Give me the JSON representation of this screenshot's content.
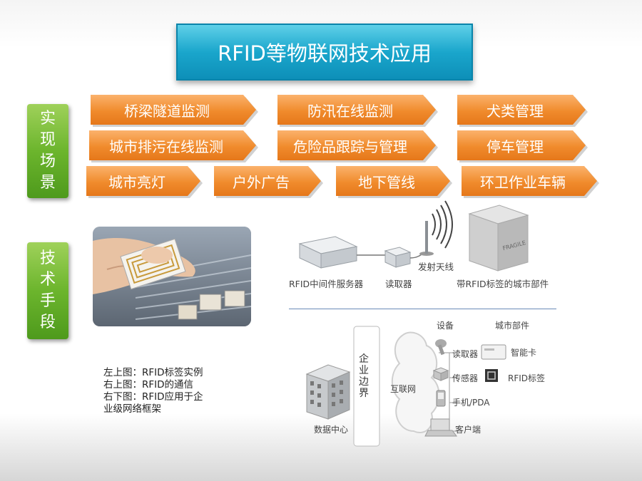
{
  "title": "RFID等物联网技术应用",
  "scenarios": {
    "side_label": [
      "实",
      "现",
      "场",
      "景"
    ],
    "items": [
      "桥梁隧道监测",
      "防汛在线监测",
      "犬类管理",
      "城市排污在线监测",
      "危险品跟踪与管理",
      "停车管理",
      "城市亮灯",
      "户外广告",
      "地下管线",
      "环卫作业车辆"
    ]
  },
  "tech": {
    "side_label": [
      "技",
      "术",
      "手",
      "段"
    ]
  },
  "caption": [
    "左上图：RFID标签实例",
    "右上图：RFID的通信",
    "右下图：RFID应用于企",
    "业级网络框架"
  ],
  "comm_diagram": {
    "server": "RFID中间件服务器",
    "reader": "读取器",
    "antenna": "发射天线",
    "component": "带RFID标签的城市部件",
    "fragile": "FRAGILE"
  },
  "network_diagram": {
    "datacenter": "数据中心",
    "boundary": [
      "企",
      "业",
      "边",
      "界"
    ],
    "internet": "互联网",
    "device_header": "设备",
    "component_header": "城市部件",
    "devices": [
      "读取器",
      "传感器",
      "手机/PDA",
      "客户端"
    ],
    "components": [
      "智能卡",
      "RFID标签"
    ]
  }
}
